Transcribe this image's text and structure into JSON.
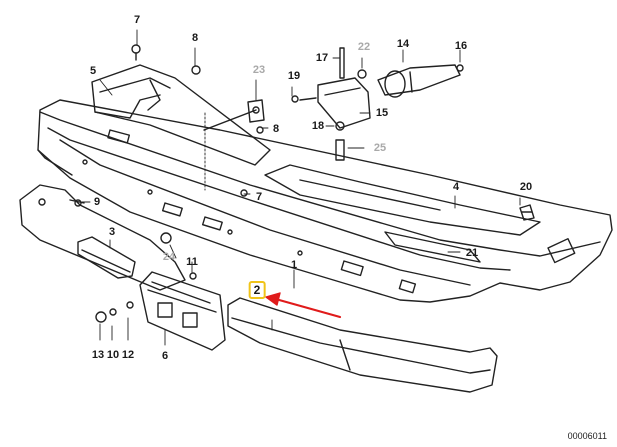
{
  "diagram": {
    "callouts": {
      "c1": "1",
      "c2": "2",
      "c3": "3",
      "c4": "4",
      "c5": "5",
      "c6": "6",
      "c7a": "7",
      "c7b": "7",
      "c8a": "8",
      "c8b": "8",
      "c9": "9",
      "c10": "10",
      "c11": "11",
      "c12": "12",
      "c13": "13",
      "c14": "14",
      "c15": "15",
      "c16": "16",
      "c17": "17",
      "c18": "18",
      "c19": "19",
      "c20": "20",
      "c21": "21",
      "c22": "22",
      "c23": "23",
      "c24": "24",
      "c25": "25"
    },
    "highlight_color": "#f0c419",
    "arrow_color": "#e01b1b",
    "footer_code": "00006011"
  }
}
